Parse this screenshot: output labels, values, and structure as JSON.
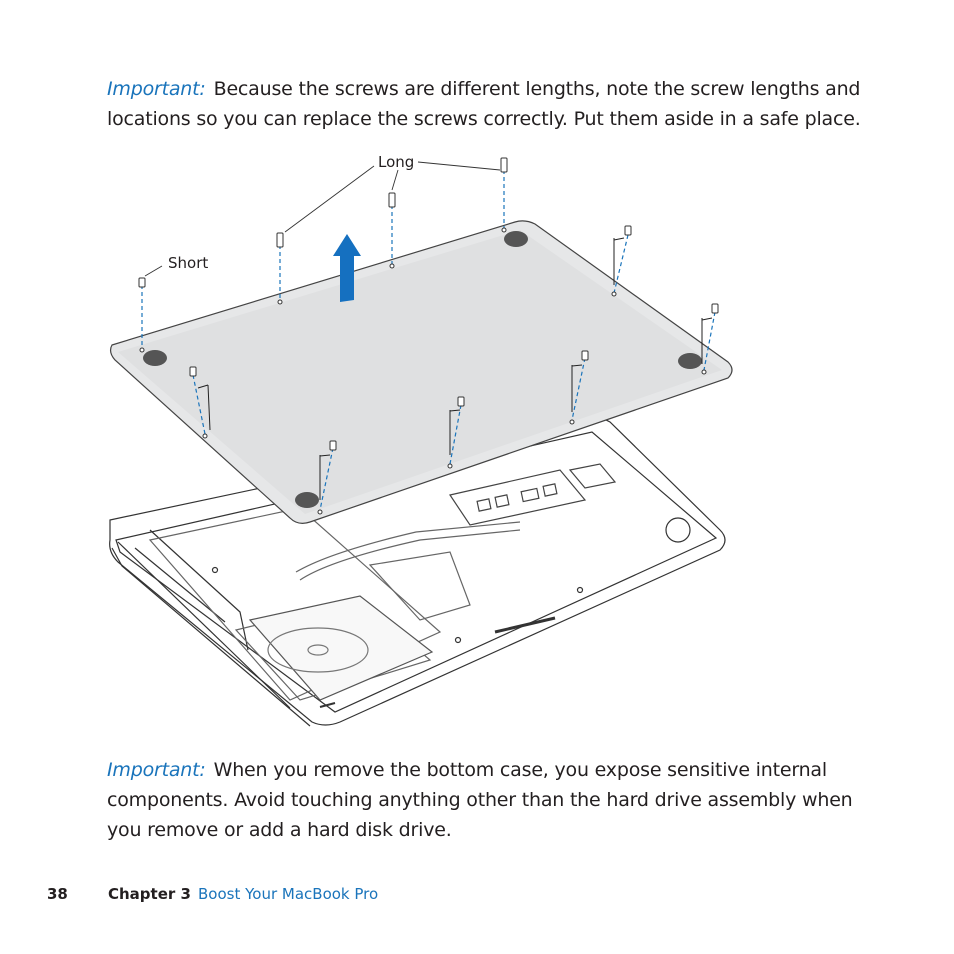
{
  "notes": [
    {
      "label": "Important:",
      "text": "Because the screws are different lengths, note the screw lengths and locations so you can replace the screws correctly. Put them aside in a safe place."
    },
    {
      "label": "Important:",
      "text": "When you remove the bottom case, you expose sensitive internal components. Avoid touching anything other than the hard drive assembly when you remove or add a hard disk drive."
    }
  ],
  "figure": {
    "callouts": {
      "long": "Long",
      "short": "Short"
    }
  },
  "footer": {
    "page_number": "38",
    "chapter_label": "Chapter 3",
    "chapter_title": "Boost Your MacBook Pro"
  },
  "colors": {
    "accent": "#1a74bb",
    "arrow": "#1570c0",
    "text": "#231f20"
  }
}
